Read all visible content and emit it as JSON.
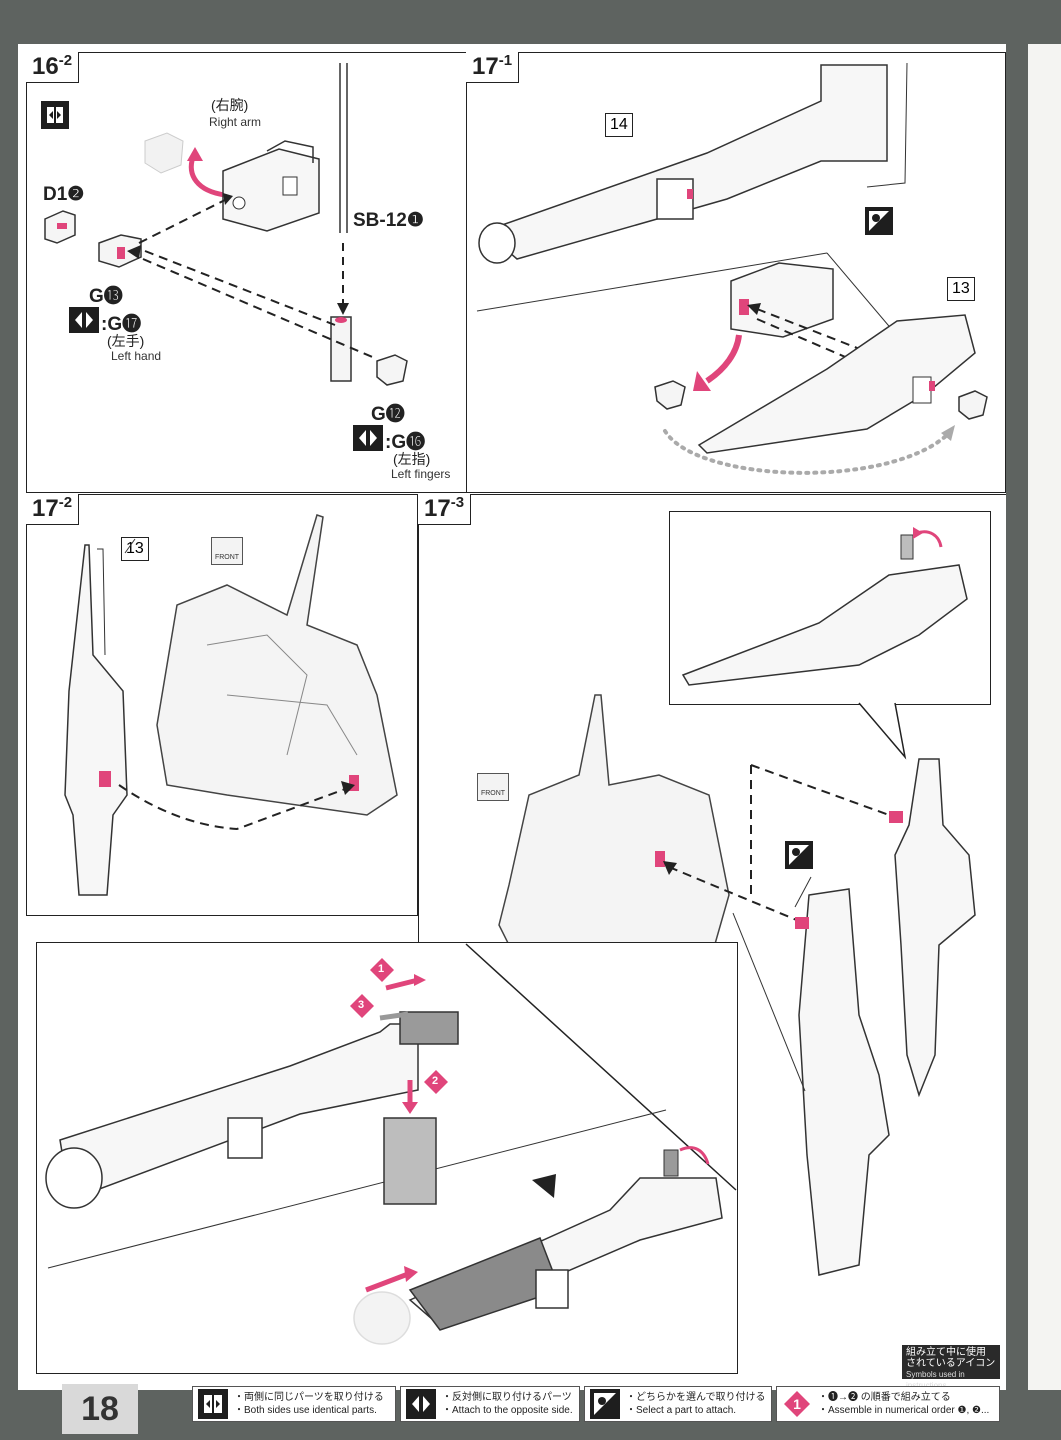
{
  "page_number": "18",
  "steps": {
    "s16_2": {
      "num": "16",
      "sub": "-2",
      "right_arm_jp": "(右腕)",
      "right_arm_en": "Right arm",
      "part_d1": "D1❷",
      "part_sb12": "SB-12❶",
      "part_g13": "G⓭",
      "alt_g17": ":G⓱",
      "left_hand_jp": "(左手)",
      "left_hand_en": "Left hand",
      "part_g12": "G⓬",
      "alt_g16": ":G⓰",
      "left_fingers_jp": "(左指)",
      "left_fingers_en": "Left fingers"
    },
    "s17_1": {
      "num": "17",
      "sub": "-1",
      "box14": "14",
      "box13": "13"
    },
    "s17_2": {
      "num": "17",
      "sub": "-2",
      "box13": "13",
      "front": "FRONT"
    },
    "s17_3": {
      "num": "17",
      "sub": "-3",
      "front": "FRONT"
    }
  },
  "order_marks": [
    "1",
    "3",
    "2"
  ],
  "symbols_box": {
    "jp1": "組み立て中に使用",
    "jp2": "されているアイコン",
    "en": "Symbols used in instructions"
  },
  "legend": [
    {
      "icon": "both-sides-icon",
      "jp": "・両側に同じパーツを取り付ける",
      "en": "・Both sides use identical parts."
    },
    {
      "icon": "opposite-side-icon",
      "jp": "・反対側に取り付けるパーツ",
      "en": "・Attach to the opposite side."
    },
    {
      "icon": "select-part-icon",
      "jp": "・どちらかを選んで取り付ける",
      "en": "・Select a part to attach."
    },
    {
      "icon": "numerical-order-icon",
      "jp": "・❶→❷ の順番で組み立てる",
      "en": "・Assemble in numerical order ❶, ❷..."
    }
  ],
  "colors": {
    "accent": "#e0457b",
    "part_gray": "#bdbdbd",
    "line": "#222222"
  }
}
